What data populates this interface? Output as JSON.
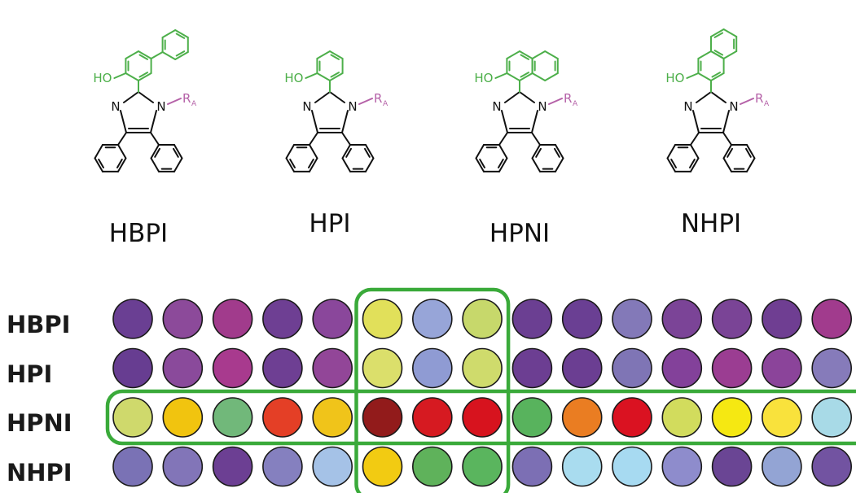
{
  "molecules": [
    {
      "name": "HBPI",
      "variant": "biphenyl"
    },
    {
      "name": "HPI",
      "variant": "phenyl"
    },
    {
      "name": "HPNI",
      "variant": "naphthyl-2"
    },
    {
      "name": "NHPI",
      "variant": "naphthyl-1"
    }
  ],
  "atoms": {
    "hydroxyl": "HO",
    "nitrogen": "N",
    "substituent": "R",
    "substituent_sub": "A"
  },
  "colors": {
    "phenol_moiety": "#4daf4a",
    "substituent": "#b562a8",
    "bonds": "#111111",
    "highlight_box": "#3aaa3a"
  },
  "matrix": {
    "rows": [
      {
        "label": "HBPI",
        "colors": [
          "#6a3f93",
          "#8c4a9a",
          "#a13b8c",
          "#6e3f93",
          "#8a479b",
          "#e1e05a",
          "#97a5d8",
          "#c7d86b",
          "#6b3f92",
          "#6a3f93",
          "#8379b8",
          "#7b4497",
          "#7a4496",
          "#6f3e92",
          "#a13b8d"
        ]
      },
      {
        "label": "HPI",
        "colors": [
          "#673d91",
          "#8a4a9b",
          "#a83a8e",
          "#6e3f93",
          "#924698",
          "#dbdf6b",
          "#8f9bd3",
          "#cfdb6c",
          "#6c3e92",
          "#6b3e92",
          "#7f75b5",
          "#83419a",
          "#9b3d92",
          "#8b449a",
          "#867bba"
        ]
      },
      {
        "label": "HPNI",
        "colors": [
          "#cfd96c",
          "#f1c40f",
          "#71b87a",
          "#e43f26",
          "#f0c41a",
          "#921b1b",
          "#d61a21",
          "#d7131e",
          "#58b35d",
          "#ea7d22",
          "#da1221",
          "#d2dc5d",
          "#f5e812",
          "#f9e23c",
          "#a8dae7"
        ]
      },
      {
        "label": "NHPI",
        "colors": [
          "#7a72b5",
          "#8275b8",
          "#6c3f93",
          "#8580bf",
          "#a5c2e7",
          "#f2cb12",
          "#5fb25b",
          "#5ab55e",
          "#7c6fb4",
          "#a9dcef",
          "#a7daf1",
          "#8e8ccc",
          "#6a4594",
          "#93a4d4",
          "#7253a1"
        ]
      }
    ],
    "highlighted_row": 2,
    "highlighted_columns": [
      5,
      6,
      7
    ]
  }
}
